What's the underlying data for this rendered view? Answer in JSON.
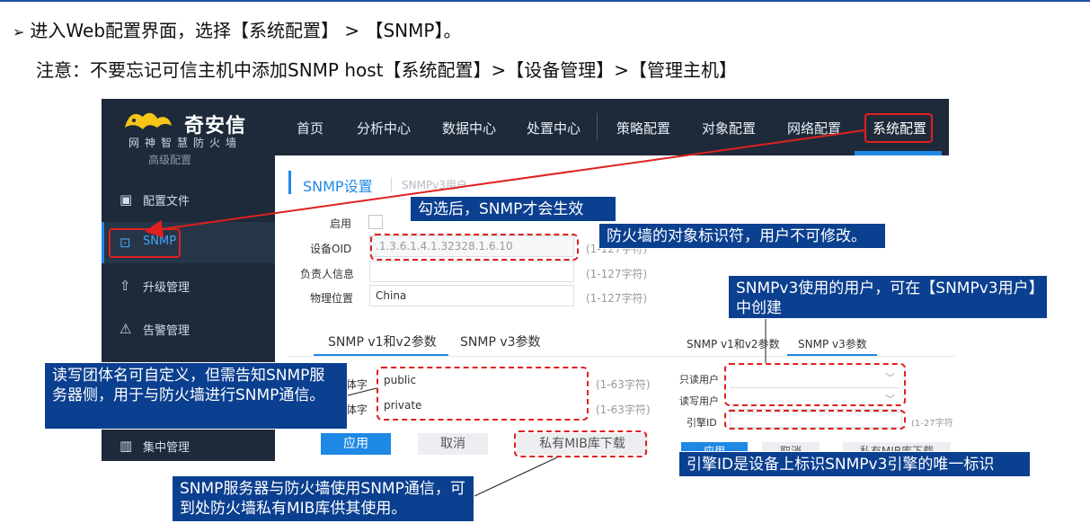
{
  "slide": {
    "bullet_glyph": "➢",
    "bullet": "进入Web配置界面，选择【系统配置】 > 【SNMP】。",
    "note": "注意：不要忘记可信主机中添加SNMP host【系统配置】>【设备管理】>【管理主机】"
  },
  "app": {
    "brand": "奇安信",
    "brand_sub": "网神智慧防火墙",
    "nav": [
      "首页",
      "分析中心",
      "数据中心",
      "处置中心",
      "策略配置",
      "对象配置",
      "网络配置",
      "系统配置"
    ],
    "sidebar": {
      "partial_top": "高级配置",
      "items": [
        {
          "label": "配置文件",
          "icon": "config-file-icon"
        },
        {
          "label": "SNMP",
          "icon": "snmp-icon"
        },
        {
          "label": "升级管理",
          "icon": "upgrade-icon"
        },
        {
          "label": "告警管理",
          "icon": "alarm-icon"
        },
        {
          "label": "集中管理",
          "icon": "central-manage-icon"
        }
      ]
    },
    "tabs": {
      "snmp_settings": "SNMP设置",
      "snmpv3_users": "SNMPv3用户"
    },
    "form": {
      "enable_label": "启用",
      "oid_label": "设备OID",
      "oid_value": ".1.3.6.1.4.1.32328.1.6.10",
      "oid_hint": "(1-127字符)",
      "contact_label": "负责人信息",
      "contact_value": "",
      "contact_hint": "(1-127字符)",
      "location_label": "物理位置",
      "location_value": "China",
      "location_hint": "(1-127字符)"
    },
    "subtabs": {
      "v1v2": "SNMP v1和v2参数",
      "v3": "SNMP v3参数"
    },
    "community": {
      "read_label_partial": "体字",
      "read_value": "public",
      "read_hint": "(1-63字符)",
      "write_label_partial": "体字",
      "write_value": "private",
      "write_hint": "(1-63字符)"
    },
    "buttons": {
      "apply": "应用",
      "cancel": "取消",
      "mib": "私有MIB库下载"
    },
    "mini": {
      "tab_v1v2": "SNMP v1和v2参数",
      "tab_v3": "SNMP v3参数",
      "ro_user_label": "只读用户",
      "rw_user_label": "读写用户",
      "engine_label": "引擎ID",
      "engine_hint": "(1-27字符)",
      "apply": "应用",
      "cancel": "取消",
      "mib": "私有MIB库下载"
    }
  },
  "callouts": {
    "enable": "勾选后，SNMP才会生效",
    "oid": "防火墙的对象标识符，用户不可修改。",
    "v3user": "SNMPv3使用的用户，可在【SNMPv3用户】中创建",
    "community": "读写团体名可自定义，但需告知SNMP服务器侧，用于与防火墙进行SNMP通信。",
    "engine": "引擎ID是设备上标识SNMPv3引擎的唯一标识",
    "mib": "SNMP服务器与防火墙使用SNMP通信，可到处防火墙私有MIB库供其使用。"
  },
  "colors": {
    "nav_bg": "#1e2a3a",
    "accent": "#1e88e5",
    "annotation_red": "#e0201e",
    "callout_bg": "#0b3f8f"
  }
}
